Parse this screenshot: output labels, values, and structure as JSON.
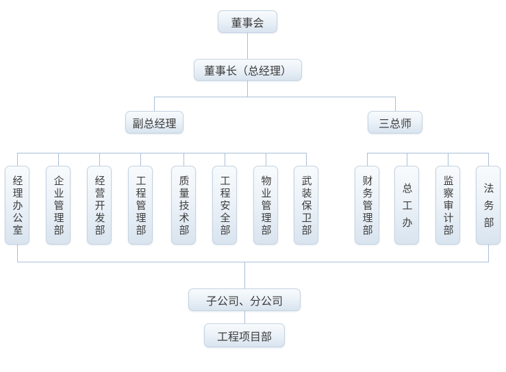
{
  "nodes": {
    "board": "董事会",
    "chairman": "董事长（总经理）",
    "deputy_gm": "副总经理",
    "three_chiefs": "三总师",
    "deputy_departments": [
      "经理办公室",
      "企业管理部",
      "经营开发部",
      "工程管理部",
      "质量技术部",
      "工程安全部",
      "物业管理部",
      "武装保卫部"
    ],
    "chiefs_departments": [
      "财务管理部",
      "总工办",
      "监察审计部",
      "法务部"
    ],
    "subsidiaries": "子公司、分公司",
    "project_dept": "工程项目部"
  },
  "colors": {
    "background": "#ffffff",
    "node_fill_top": "#f8fbfd",
    "node_fill_bottom": "#d9e4ef",
    "node_border": "#c5d3e2",
    "connector": "#a9bfd8",
    "text": "#3c3c3c"
  }
}
